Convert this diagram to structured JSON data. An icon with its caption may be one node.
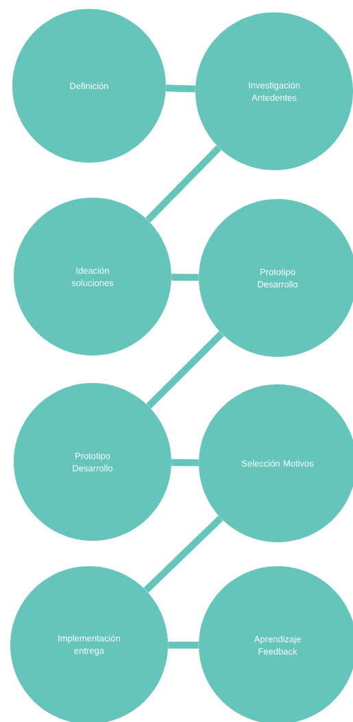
{
  "diagram": {
    "nodes": [
      {
        "text": [
          "Definición"
        ]
      },
      {
        "text": [
          "Investigación Antedentes"
        ]
      },
      {
        "text": [
          "Ideación soluciones"
        ]
      },
      {
        "text": [
          "Prototipo Desarrollo"
        ]
      },
      {
        "text": [
          "Prototipo Desarrollo"
        ]
      },
      {
        "text": [
          "Selección Motivos"
        ]
      },
      {
        "text": [
          "Implementación entrega"
        ]
      },
      {
        "text": [
          "Aprendizaje Feedback"
        ]
      }
    ],
    "edges": [
      {
        "from": 0,
        "to": 1,
        "arrow": "none"
      },
      {
        "from": 1,
        "to": 2,
        "arrow": "none"
      },
      {
        "from": 2,
        "to": 3,
        "arrow": "none"
      },
      {
        "from": 3,
        "to": 4,
        "arrow": "none"
      },
      {
        "from": 4,
        "to": 5,
        "arrow": "none"
      },
      {
        "from": 5,
        "to": 6,
        "arrow": "none"
      },
      {
        "from": 6,
        "to": 7,
        "arrow": "none"
      }
    ]
  }
}
